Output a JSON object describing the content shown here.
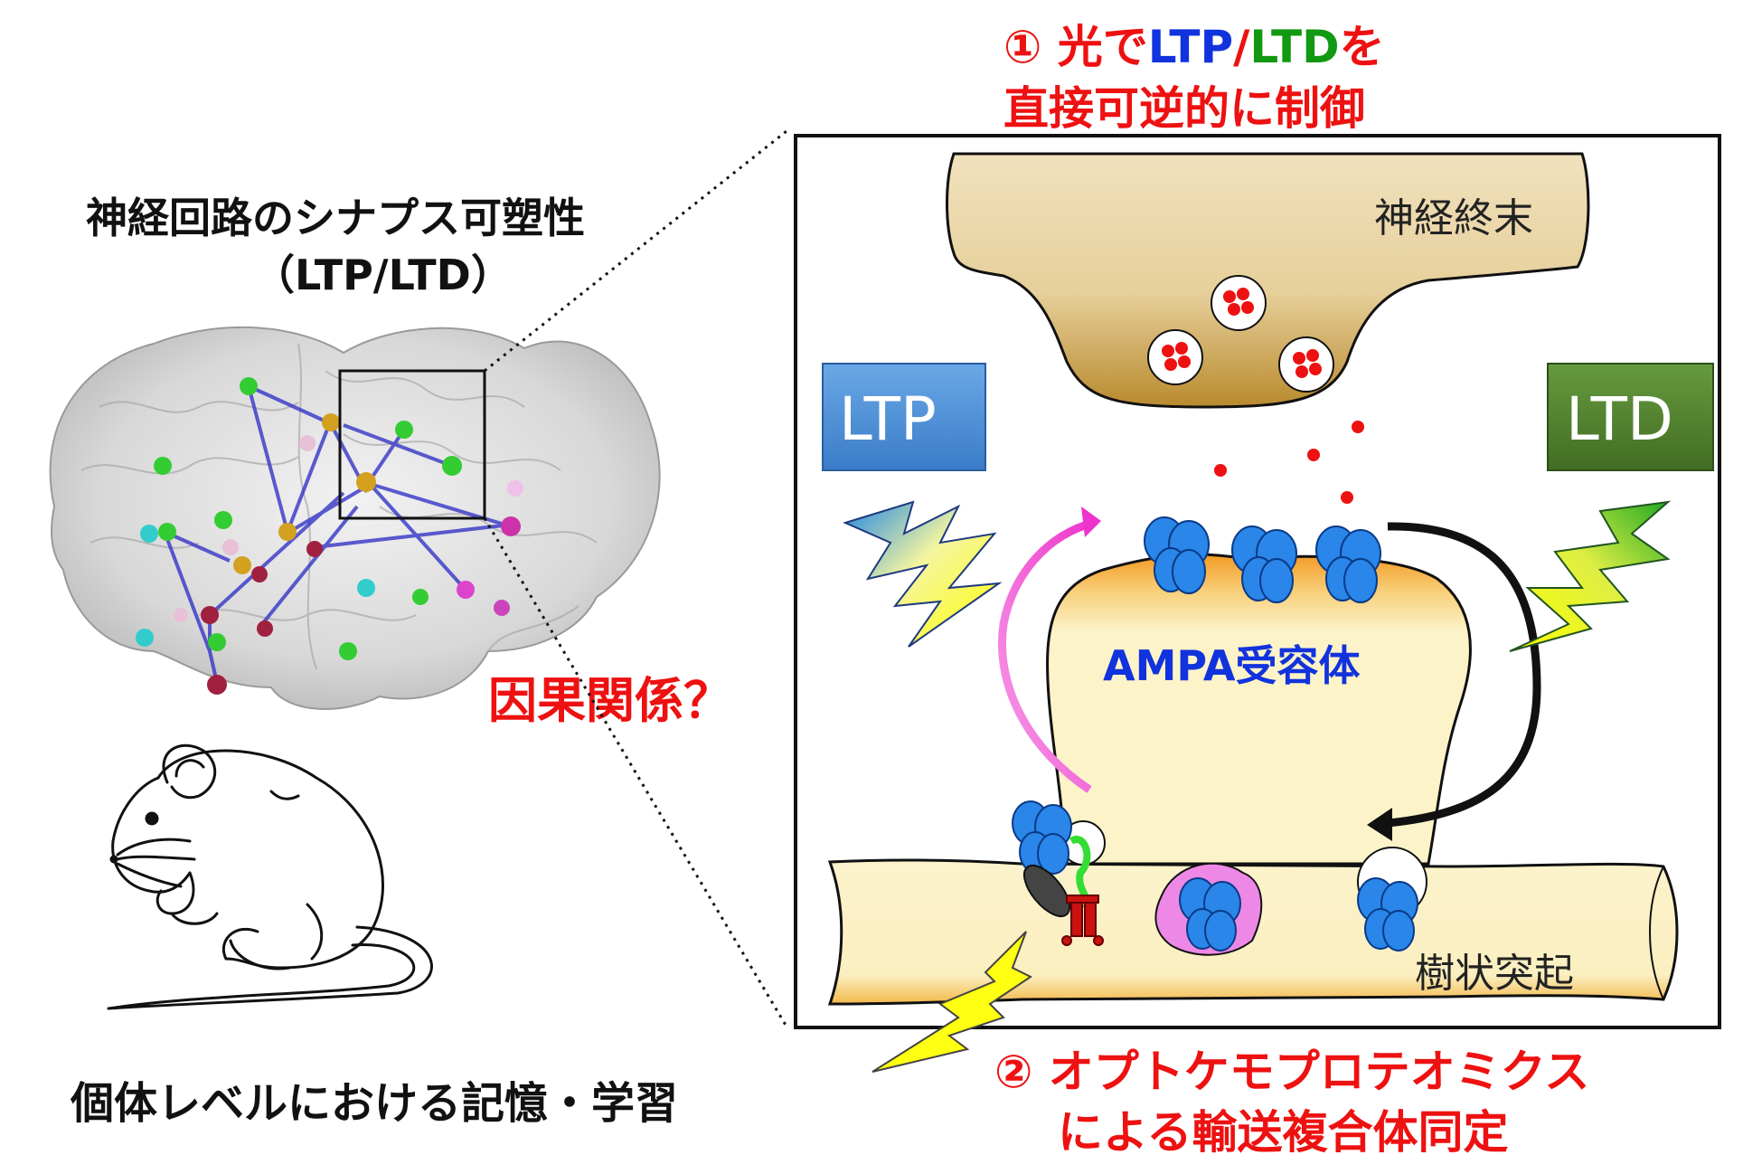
{
  "left": {
    "title_line1": "神経回路のシナプス可塑性",
    "title_line2": "（LTP/LTD）",
    "causality": "因果関係？",
    "bottom_caption": "個体レベルにおける記憶・学習"
  },
  "top": {
    "num": "①",
    "pre": " 光で",
    "ltp": "LTP",
    "slash": "/",
    "ltd": "LTD",
    "post": "を",
    "line2": "直接可逆的に制御"
  },
  "bottom": {
    "line1": "② オプトケモプロテオミクス",
    "line2": "による輸送複合体同定"
  },
  "panel": {
    "terminal_label": "神経終末",
    "ltp_box": "LTP",
    "ltd_box": "LTD",
    "receptor_label": "AMPA受容体",
    "dendrite_label": "樹状突起"
  },
  "colors": {
    "red_text": "#ee1111",
    "ltp_blue": "#1133dd",
    "ltd_green": "#119911",
    "ltp_box": "#4a8fd6",
    "ltd_box": "#4e7e2c",
    "terminal_fill": "#e9d7b0",
    "dendrite_fill": "#fbf3cc",
    "receptor": "#2a86e8"
  }
}
